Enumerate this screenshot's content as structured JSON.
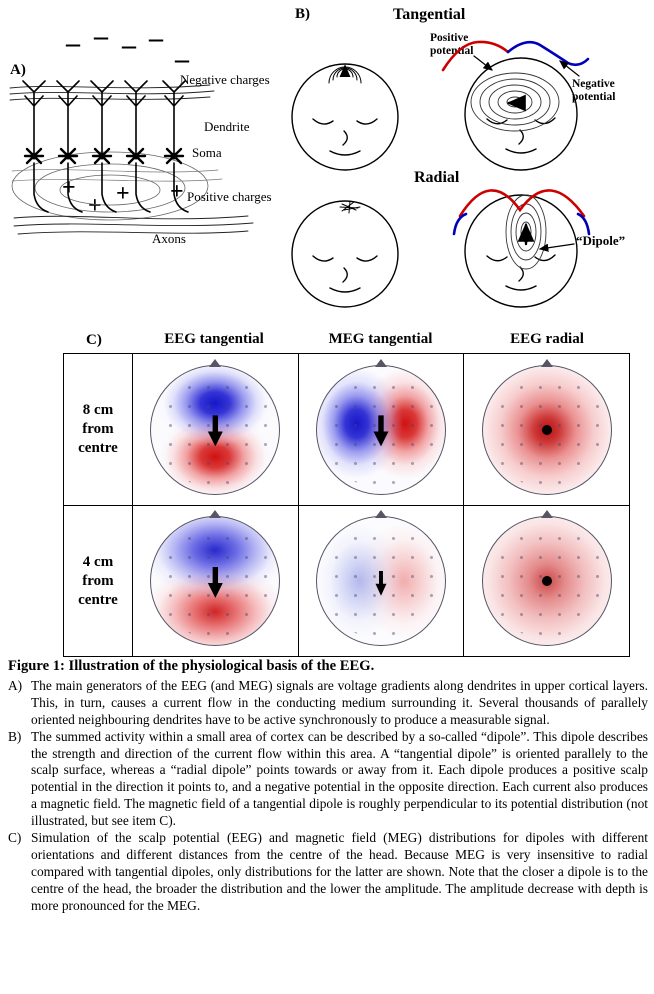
{
  "colors": {
    "positive_red": "#cc0000",
    "negative_blue": "#0000bb"
  },
  "panelA": {
    "label": "A)",
    "minus_sign": "–",
    "plus_sign": "+",
    "labels": {
      "negative": "Negative charges",
      "dendrite": "Dendrite",
      "soma": "Soma",
      "positive": "Positive charges",
      "axons": "Axons"
    }
  },
  "panelB": {
    "label": "B)",
    "tangential_title": "Tangential",
    "radial_title": "Radial",
    "positive_potential": "Positive\npotential",
    "negative_potential": "Negative\npotential",
    "dipole": "“Dipole”"
  },
  "panelC": {
    "label": "C)",
    "columns": [
      "EEG tangential",
      "MEG tangential",
      "EEG radial"
    ],
    "rows": [
      "8 cm\nfrom\ncentre",
      "4 cm\nfrom\ncentre"
    ]
  },
  "caption": {
    "heading_label": "Figure 1:",
    "heading_text": " Illustration of the physiological basis of the EEG.",
    "items": [
      {
        "label": "A)",
        "text": "The main generators of the EEG (and MEG) signals are voltage gradients along dendrites in upper cortical layers. This, in turn, causes a current flow in the conducting medium surrounding it. Several thousands of parallely oriented neighbouring dendrites have to be active synchronously to produce a measurable signal."
      },
      {
        "label": "B)",
        "text": "The summed activity within a small area of cortex can be described by a so-called “dipole”. This dipole describes the strength and direction of the current flow within this area. A “tangential dipole” is oriented parallely to the scalp surface, whereas a “radial dipole” points towards or away from it. Each dipole produces a positive scalp potential in the direction it points to, and a negative potential in the opposite direction. Each current also produces a magnetic field. The magnetic field of a tangential dipole is roughly perpendicular to its potential distribution (not illustrated, but see item C)."
      },
      {
        "label": "C)",
        "text": "Simulation of the scalp potential (EEG) and magnetic field (MEG) distributions for dipoles with different orientations and different distances from the centre of the head. Because MEG is very insensitive to radial compared with tangential dipoles, only distributions for the latter are shown. Note that the closer a dipole is to the centre of the head, the broader the distribution and the lower the amplitude. The amplitude decrease with depth is more pronounced for the MEG."
      }
    ]
  }
}
